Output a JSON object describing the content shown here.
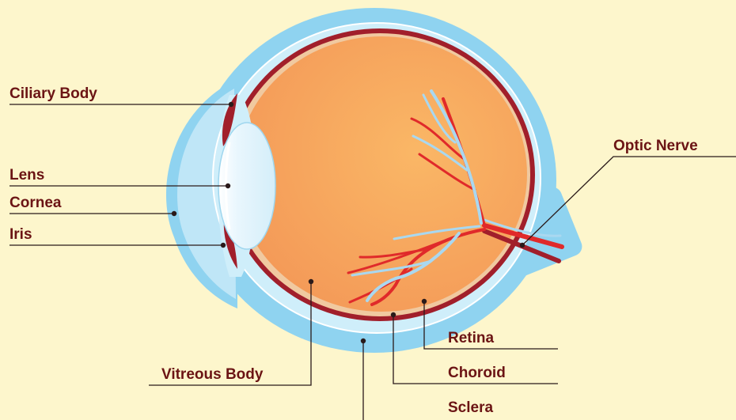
{
  "diagram": {
    "labels": {
      "ciliary_body": "Ciliary Body",
      "lens": "Lens",
      "cornea": "Cornea",
      "iris": "Iris",
      "optic_nerve": "Optic Nerve",
      "vitreous_body": "Vitreous Body",
      "retina": "Retina",
      "choroid": "Choroid",
      "sclera": "Sclera"
    },
    "colors": {
      "background": "#fdf6cc",
      "sclera": "#8fd3f0",
      "inner_outline": "#cfeefa",
      "vitreous_body": "#f6a55c",
      "choroid": "#a11f2b",
      "vessel_red": "#e02a2a",
      "vessel_blue": "#a9d8f0",
      "label_text": "#6b1414",
      "leader_line": "#2a1a1a"
    }
  }
}
